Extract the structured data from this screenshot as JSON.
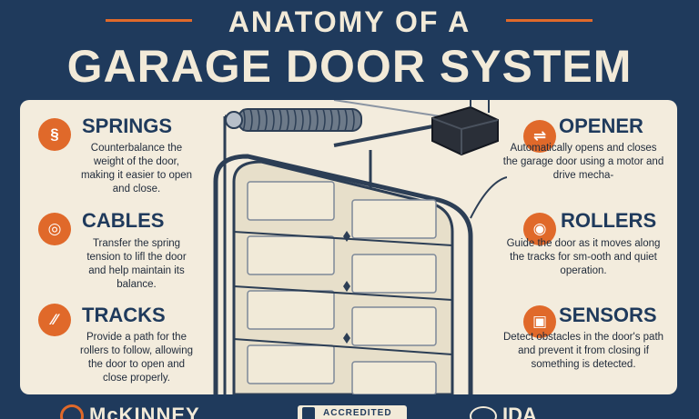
{
  "title": {
    "line1": "ANATOMY OF A",
    "line2": "GARAGE DOOR SYSTEM"
  },
  "features": {
    "springs": {
      "heading": "SPRINGS",
      "description": "Counterbalance the weight of the door, making it easier to open and close."
    },
    "cables": {
      "heading": "CABLES",
      "description": "Transfer the spring tension to lifl the door and help maintain its balance."
    },
    "tracks": {
      "heading": "TRACKS",
      "description": "Provide a path for the rollers to follow, allowing the door to open and close properly."
    },
    "opener": {
      "heading": "OPENER",
      "description": "Automatically opens and closes the garage door using a motor and drive mecha-"
    },
    "rollers": {
      "heading": "ROLLERS",
      "description": "Guide the door as it moves along the tracks for sm-ooth and quiet operation."
    },
    "sensors": {
      "heading": "SENSORS",
      "description": "Detect obstacles in the door's path and prevent it from closing if something is detected."
    }
  },
  "footer": {
    "brand1": "McKINNEY",
    "badge2": "ACCREDITED",
    "brand3": "IDA"
  },
  "colors": {
    "background": "#1f3a5c",
    "panel": "#f3ecdd",
    "accent": "#e0692a",
    "heading": "#1f3a5c"
  },
  "icons": {
    "springs": "spring-icon",
    "cables": "cable-icon",
    "tracks": "track-icon",
    "opener": "opener-icon",
    "rollers": "roller-icon",
    "sensors": "sensor-icon"
  }
}
